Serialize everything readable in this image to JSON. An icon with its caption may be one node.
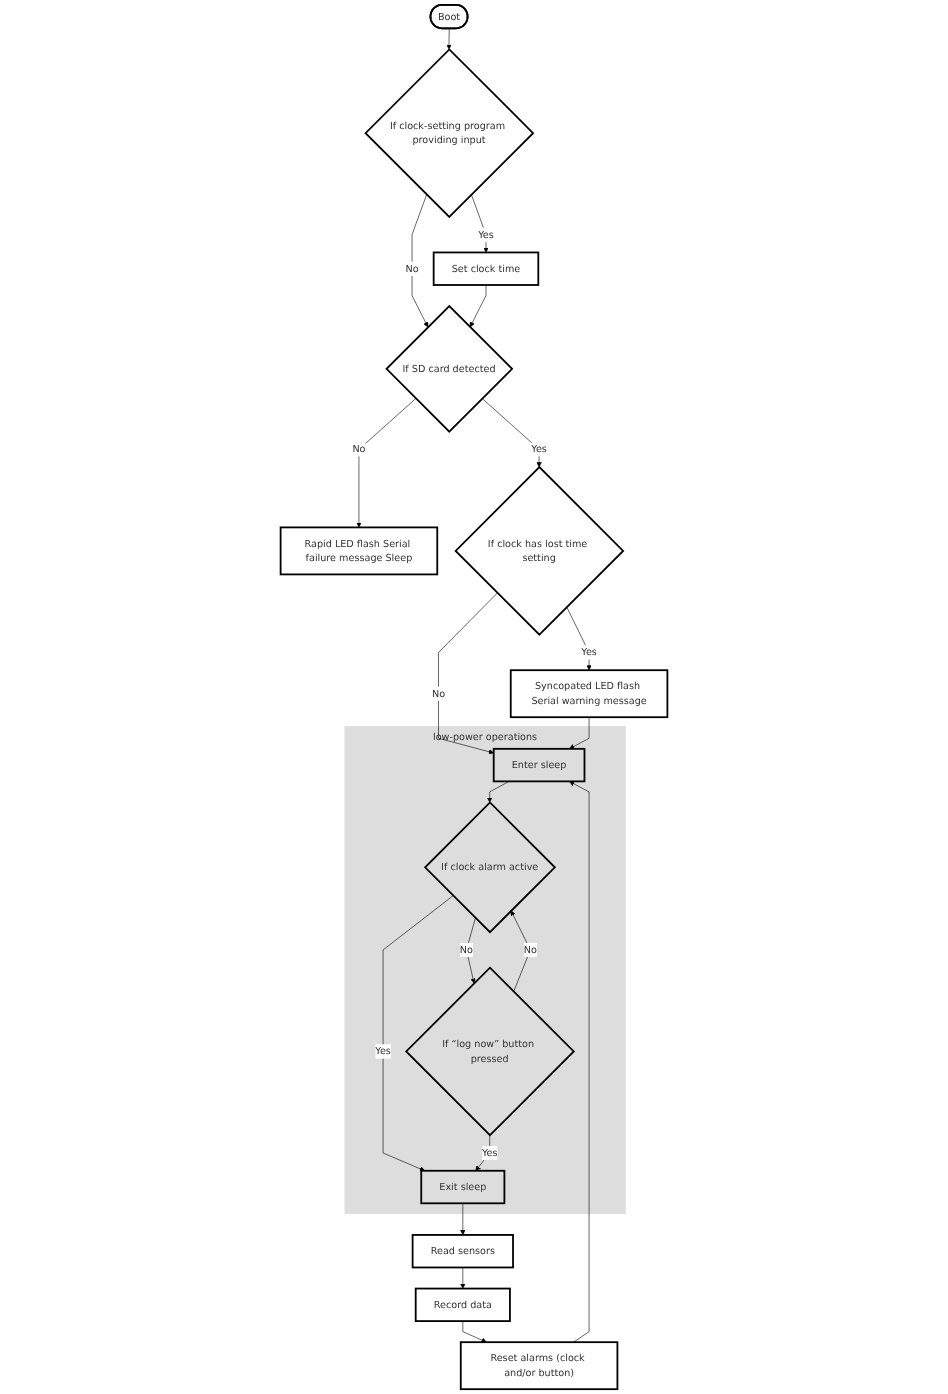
{
  "diagram": {
    "nodes": [
      {
        "text": [
          "Boot"
        ]
      },
      {
        "text": [
          "If clock-setting program providing input"
        ]
      },
      {
        "text": [
          "Set clock time"
        ]
      },
      {
        "text": [
          "If SD card detected"
        ]
      },
      {
        "text": [
          "Rapid LED flash Serial failure message Sleep"
        ]
      },
      {
        "text": [
          "If clock has lost time setting"
        ]
      },
      {
        "text": [
          "Syncopated LED flash Serial warning message"
        ]
      },
      {
        "text": [
          "low-power operations"
        ]
      },
      {
        "text": [
          "Enter sleep"
        ],
        "in": 7
      },
      {
        "text": [
          "If clock alarm active"
        ],
        "in": 7
      },
      {
        "text": [
          "Exit sleep"
        ],
        "in": 7
      },
      {
        "text": [
          "If “log now” button pressed"
        ],
        "in": 7
      },
      {
        "text": [
          "Read sensors"
        ]
      },
      {
        "text": [
          "Record data"
        ]
      },
      {
        "text": [
          "Reset alarms (clock and/or button)"
        ]
      }
    ],
    "edges": [
      {
        "from": 0,
        "to": 1,
        "arrow": "to"
      },
      {
        "from": 1,
        "to": 2,
        "arrow": "to",
        "label": "Yes"
      },
      {
        "from": 1,
        "to": 3,
        "arrow": "to",
        "label": "No"
      },
      {
        "from": 2,
        "to": 3,
        "arrow": "to"
      },
      {
        "from": 3,
        "to": 4,
        "arrow": "to",
        "label": "No"
      },
      {
        "from": 3,
        "to": 5,
        "arrow": "to",
        "label": "Yes"
      },
      {
        "from": 5,
        "to": 6,
        "arrow": "to",
        "label": "Yes"
      },
      {
        "from": 5,
        "to": 8,
        "arrow": "to",
        "label": "No"
      },
      {
        "from": 6,
        "to": 8,
        "arrow": "to"
      },
      {
        "from": 8,
        "to": 9,
        "arrow": "to"
      },
      {
        "from": 9,
        "to": 10,
        "arrow": "to",
        "label": "Yes"
      },
      {
        "from": 9,
        "to": 11,
        "arrow": "to",
        "label": "No"
      },
      {
        "from": 11,
        "to": 10,
        "arrow": "to",
        "label": "Yes"
      },
      {
        "from": 11,
        "to": 9,
        "arrow": "to",
        "label": "No"
      },
      {
        "from": 10,
        "to": 12,
        "arrow": "to"
      },
      {
        "from": 12,
        "to": 13,
        "arrow": "to"
      },
      {
        "from": 13,
        "to": 14,
        "arrow": "to"
      },
      {
        "from": 14,
        "to": 8,
        "arrow": "to"
      }
    ]
  }
}
